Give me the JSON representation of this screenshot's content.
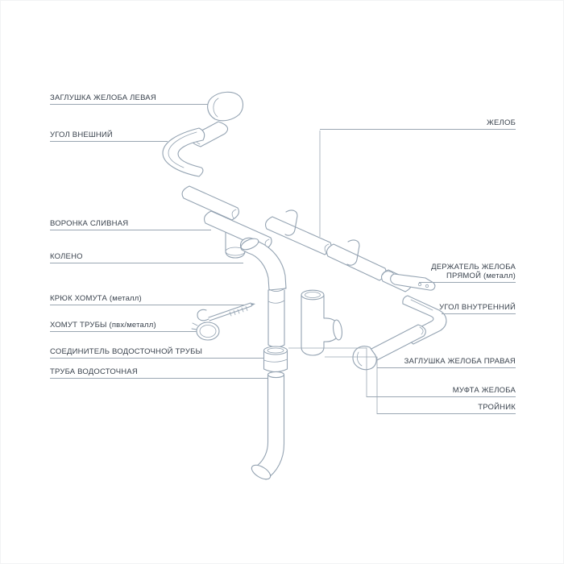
{
  "page": {
    "background": "#ffffff",
    "line_color": "#94a3b2",
    "leader_color": "#9aa6b2",
    "text_color": "#39424d"
  },
  "labels": {
    "left": [
      {
        "text": "ЗАГЛУШКА ЖЕЛОБА ЛЕВАЯ"
      },
      {
        "text": "УГОЛ ВНЕШНИЙ"
      },
      {
        "text": "ВОРОНКА СЛИВНАЯ"
      },
      {
        "text": "КОЛЕНО"
      },
      {
        "text": "КРЮК ХОМУТА (металл)"
      },
      {
        "text": "ХОМУТ ТРУБЫ (пвх/металл)"
      },
      {
        "text": "СОЕДИНИТЕЛЬ ВОДОСТОЧНОЙ ТРУБЫ"
      },
      {
        "text": "ТРУБА ВОДОСТОЧНАЯ"
      }
    ],
    "right": [
      {
        "text": "ЖЕЛОБ"
      },
      {
        "text": "ДЕРЖАТЕЛЬ ЖЕЛОБА ПРЯМОЙ (металл)"
      },
      {
        "text": "УГОЛ ВНУТРЕННИЙ"
      },
      {
        "text": "ЗАГЛУШКА ЖЕЛОБА ПРАВАЯ"
      },
      {
        "text": "МУФТА ЖЕЛОБА"
      },
      {
        "text": "ТРОЙНИК"
      }
    ]
  }
}
